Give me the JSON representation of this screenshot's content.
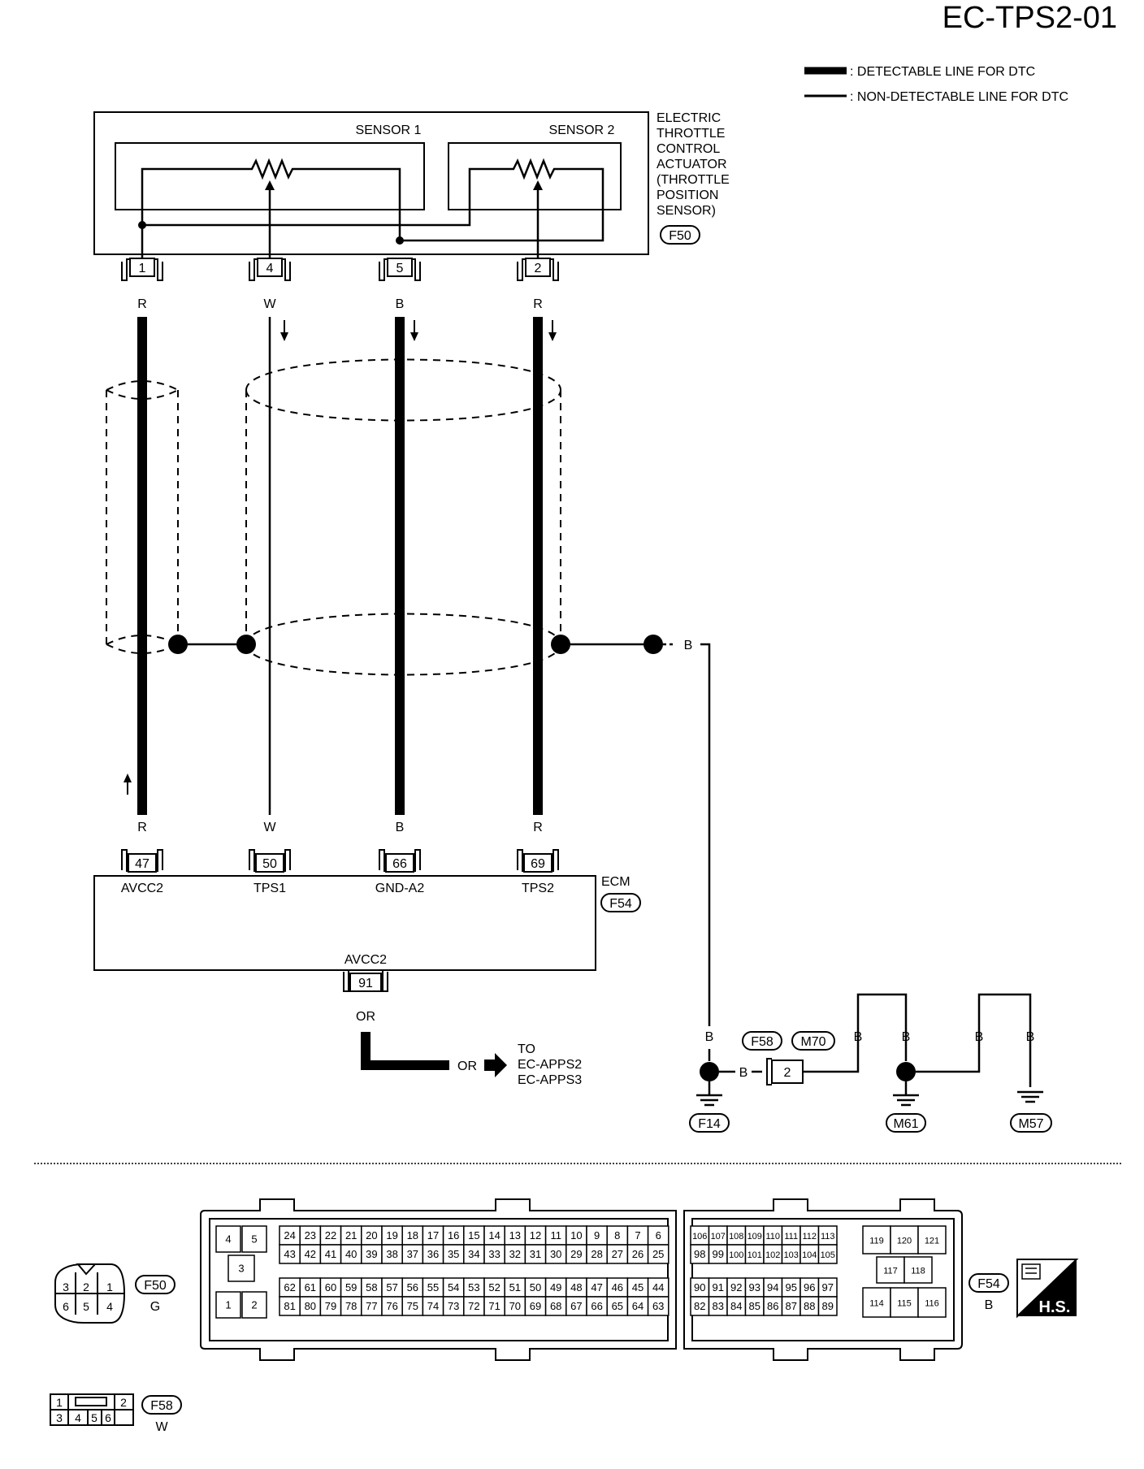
{
  "diagram_id": "EC-TPS2-01",
  "legend": {
    "detectable": ": DETECTABLE LINE FOR DTC",
    "non_detectable": ": NON-DETECTABLE LINE FOR DTC"
  },
  "actuator": {
    "name_lines": [
      "ELECTRIC",
      "THROTTLE",
      "CONTROL",
      "ACTUATOR",
      "(THROTTLE",
      "POSITION",
      "SENSOR)"
    ],
    "connector": "F50",
    "sensor1": "SENSOR 1",
    "sensor2": "SENSOR 2"
  },
  "actuator_pins": [
    "1",
    "4",
    "5",
    "2"
  ],
  "wires": [
    {
      "color": "R",
      "ecm_pin": "47",
      "ecm_label": "AVCC2"
    },
    {
      "color": "W",
      "ecm_pin": "50",
      "ecm_label": "TPS1"
    },
    {
      "color": "B",
      "ecm_pin": "66",
      "ecm_label": "GND-A2"
    },
    {
      "color": "R",
      "ecm_pin": "69",
      "ecm_label": "TPS2"
    }
  ],
  "ecm": {
    "name": "ECM",
    "connector": "F54",
    "bottom_label": "AVCC2",
    "bottom_pin": "91",
    "bottom_wire": "OR"
  },
  "to_ref": {
    "wire": "OR",
    "to": "TO",
    "refs": [
      "EC-APPS2",
      "EC-APPS3"
    ]
  },
  "shield_wire": "B",
  "ground": {
    "wire": "B",
    "f58": "F58",
    "m70": "M70",
    "pin": "2",
    "grounds": [
      "F14",
      "M61",
      "M57"
    ]
  },
  "connector_views": {
    "f50": {
      "name": "F50",
      "color": "G",
      "top_row": [
        "3",
        "2",
        "1"
      ],
      "bottom_row": [
        "6",
        "5",
        "4"
      ]
    },
    "f54": {
      "name": "F54",
      "color": "B",
      "left_block": [
        "4",
        "5",
        "3",
        "1",
        "2"
      ],
      "row1": [
        "24",
        "23",
        "22",
        "21",
        "20",
        "19",
        "18",
        "17",
        "16",
        "15",
        "14",
        "13",
        "12",
        "11",
        "10",
        "9",
        "8",
        "7",
        "6"
      ],
      "row2": [
        "43",
        "42",
        "41",
        "40",
        "39",
        "38",
        "37",
        "36",
        "35",
        "34",
        "33",
        "32",
        "31",
        "30",
        "29",
        "28",
        "27",
        "26",
        "25"
      ],
      "row3": [
        "62",
        "61",
        "60",
        "59",
        "58",
        "57",
        "56",
        "55",
        "54",
        "53",
        "52",
        "51",
        "50",
        "49",
        "48",
        "47",
        "46",
        "45",
        "44"
      ],
      "row4": [
        "81",
        "80",
        "79",
        "78",
        "77",
        "76",
        "75",
        "74",
        "73",
        "72",
        "71",
        "70",
        "69",
        "68",
        "67",
        "66",
        "65",
        "64",
        "63"
      ],
      "r_row1": [
        "106",
        "107",
        "108",
        "109",
        "110",
        "111",
        "112",
        "113"
      ],
      "r_row2": [
        "98",
        "99",
        "100",
        "101",
        "102",
        "103",
        "104",
        "105"
      ],
      "r_row3": [
        "90",
        "91",
        "92",
        "93",
        "94",
        "95",
        "96",
        "97"
      ],
      "r_row4": [
        "82",
        "83",
        "84",
        "85",
        "86",
        "87",
        "88",
        "89"
      ],
      "far_top": [
        "119",
        "120",
        "121"
      ],
      "far_mid": [
        "117",
        "118"
      ],
      "far_bottom": [
        "114",
        "115",
        "116"
      ]
    },
    "f58": {
      "name": "F58",
      "color": "W",
      "top_row": [
        "1",
        "2"
      ],
      "bottom_row": [
        "3",
        "4",
        "5",
        "6"
      ]
    }
  },
  "hs_badge": "H.S.",
  "colors": {
    "ink": "#000000",
    "paper": "#ffffff"
  }
}
